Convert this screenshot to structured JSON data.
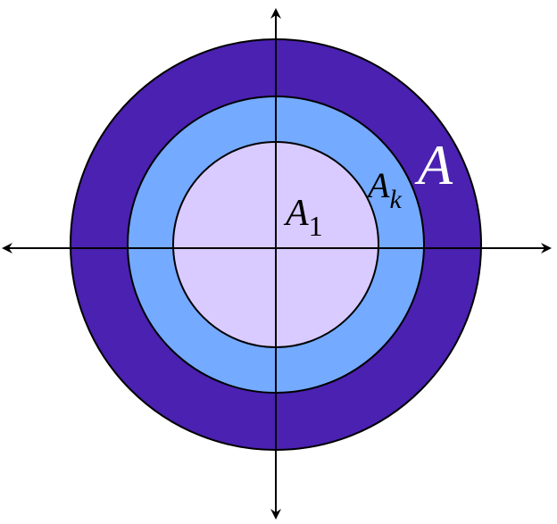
{
  "labels": {
    "outer": "A",
    "middle": "A",
    "middle_sub": "k",
    "inner": "A",
    "inner_sub": "1"
  },
  "colors": {
    "outer": "#4A21B0",
    "middle": "#74AAFF",
    "inner": "#D9CBFF",
    "stroke": "#000000",
    "outer_label": "#FFFFFF"
  }
}
